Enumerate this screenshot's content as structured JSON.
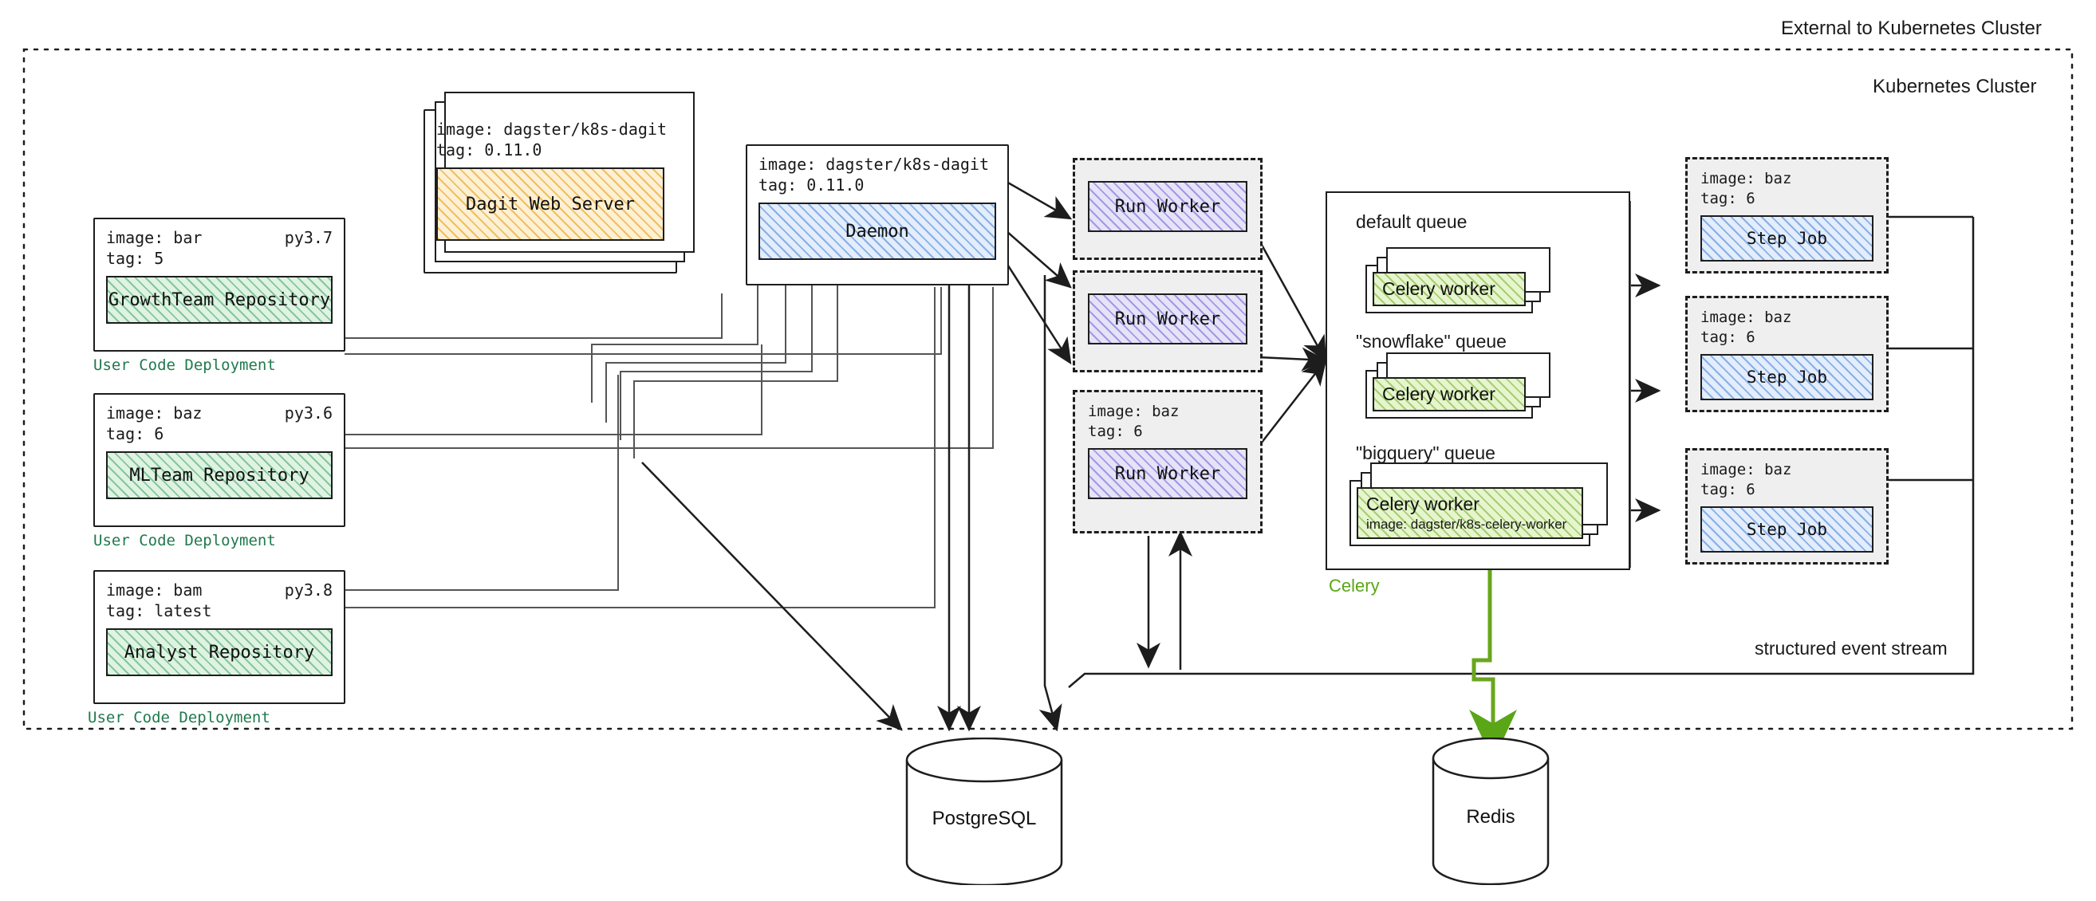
{
  "boundaries": {
    "external_label": "External to Kubernetes Cluster",
    "cluster_label": "Kubernetes Cluster",
    "event_stream_label": "structured event stream"
  },
  "user_code_deployments": [
    {
      "image_line": "image: bar",
      "tag_line": "tag: 5",
      "python_version": "py3.7",
      "repository": "GrowthTeam Repository",
      "caption": "User Code Deployment"
    },
    {
      "image_line": "image: baz",
      "tag_line": "tag: 6",
      "python_version": "py3.6",
      "repository": "MLTeam Repository",
      "caption": "User Code Deployment"
    },
    {
      "image_line": "image: bam",
      "tag_line": "tag: latest",
      "python_version": "py3.8",
      "repository": "Analyst Repository",
      "caption": "User Code Deployment"
    }
  ],
  "dagit": {
    "image_line": "image: dagster/k8s-dagit",
    "tag_line": "tag: 0.11.0",
    "title": "Dagit Web Server"
  },
  "daemon": {
    "image_line": "image: dagster/k8s-dagit",
    "tag_line": "tag: 0.11.0",
    "title": "Daemon"
  },
  "run_workers": [
    {
      "title": "Run Worker",
      "image_line": "",
      "tag_line": ""
    },
    {
      "title": "Run Worker",
      "image_line": "",
      "tag_line": ""
    },
    {
      "title": "Run Worker",
      "image_line": "image: baz",
      "tag_line": "tag: 6"
    }
  ],
  "celery": {
    "caption": "Celery",
    "queues": [
      {
        "label": "default queue",
        "worker": "Celery worker",
        "worker_image": "",
        "stacked": true
      },
      {
        "label": "\"snowflake\" queue",
        "worker": "Celery worker",
        "worker_image": "",
        "stacked": true
      },
      {
        "label": "\"bigquery\" queue",
        "worker": "Celery worker",
        "worker_image": "image: dagster/k8s-celery-worker",
        "stacked": true
      }
    ]
  },
  "step_jobs": [
    {
      "image_line": "image: baz",
      "tag_line": "tag: 6",
      "title": "Step Job"
    },
    {
      "image_line": "image: baz",
      "tag_line": "tag: 6",
      "title": "Step Job"
    },
    {
      "image_line": "image: baz",
      "tag_line": "tag: 6",
      "title": "Step Job"
    }
  ],
  "databases": [
    {
      "name": "PostgreSQL"
    },
    {
      "name": "Redis"
    }
  ],
  "colors": {
    "repository_fill": "#dff3e3",
    "dagit_fill": "#fdf0d5",
    "daemon_fill": "#e3edfb",
    "run_worker_fill": "#e6e3f8",
    "celery_worker_fill": "#e7f5cd",
    "step_job_fill": "#e3edfb",
    "caption_green": "#1f7a4d",
    "celery_green": "#5aa617",
    "stroke": "#1d1d1d"
  }
}
